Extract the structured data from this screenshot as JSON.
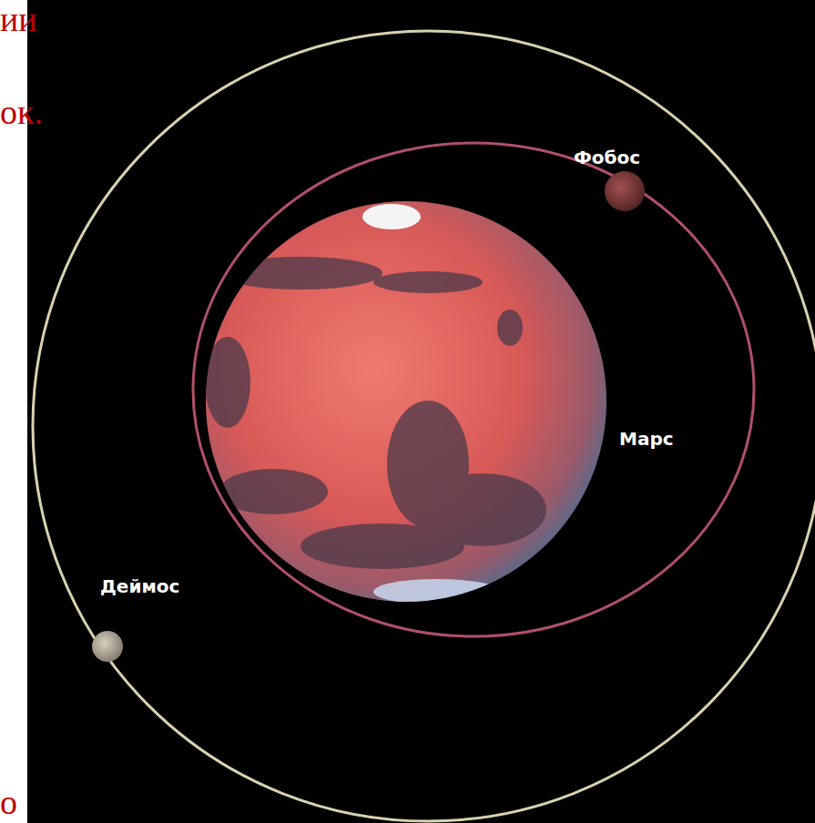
{
  "diagram": {
    "labels": [
      "ии",
      "ок.",
      "о",
      "Фобос",
      "Марс",
      "Деймос"
    ]
  }
}
